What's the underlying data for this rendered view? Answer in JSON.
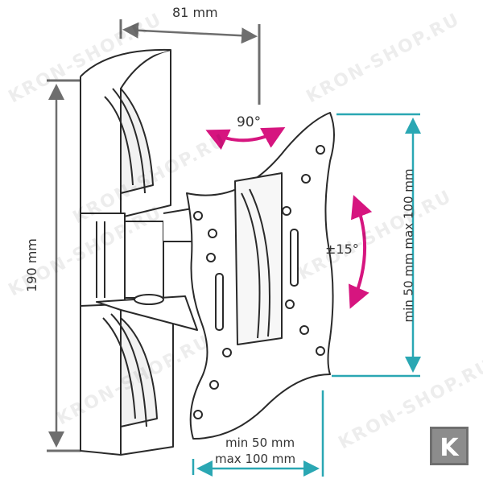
{
  "watermark": "KRON-SHOP.RU",
  "badge_letter": "K",
  "dimensions": {
    "depth": "81 mm",
    "height": "190 mm",
    "swivel": "90°",
    "tilt": "±15°",
    "vesa_vertical": "min 50 mm max 100 mm",
    "vesa_horizontal_min": "min 50 mm",
    "vesa_horizontal_max": "max 100 mm"
  },
  "colors": {
    "dimension_gray": "#6e6e6e",
    "vesa_teal": "#2aa7b3",
    "rotation_magenta": "#d6157f",
    "outline": "#2a2a2a"
  }
}
